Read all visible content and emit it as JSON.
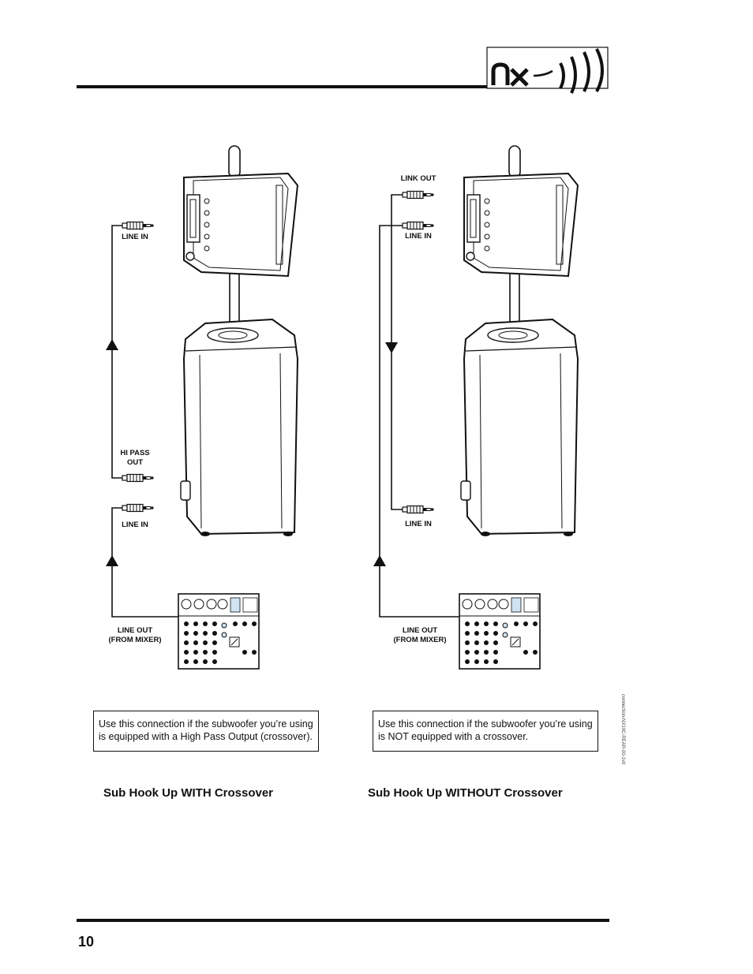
{
  "header": {
    "logo_text": "nx"
  },
  "footer": {
    "page_number": "10"
  },
  "left_panel": {
    "caption": "Sub Hook Up WITH Crossover",
    "labels": {
      "line_in_top": "LINE IN",
      "hi_pass_out_1": "HI PASS",
      "hi_pass_out_2": "OUT",
      "line_in_bottom": "LINE IN",
      "line_out_1": "LINE OUT",
      "line_out_2": "(FROM MIXER)"
    },
    "note": "Use this connection if the subwoofer you’re using is equipped with a High Pass Output (crossover)."
  },
  "right_panel": {
    "caption": "Sub Hook Up WITHOUT Crossover",
    "labels": {
      "link_out": "LINK OUT",
      "line_in_top": "LINE IN",
      "line_in_bottom": "LINE IN",
      "line_out_1": "LINE OUT",
      "line_out_2": "(FROM MIXER)"
    },
    "note": "Use this connection if the subwoofer you’re using is NOT equipped with a crossover."
  },
  "file_code": "connection-NX10C-REAR-00-1v0"
}
